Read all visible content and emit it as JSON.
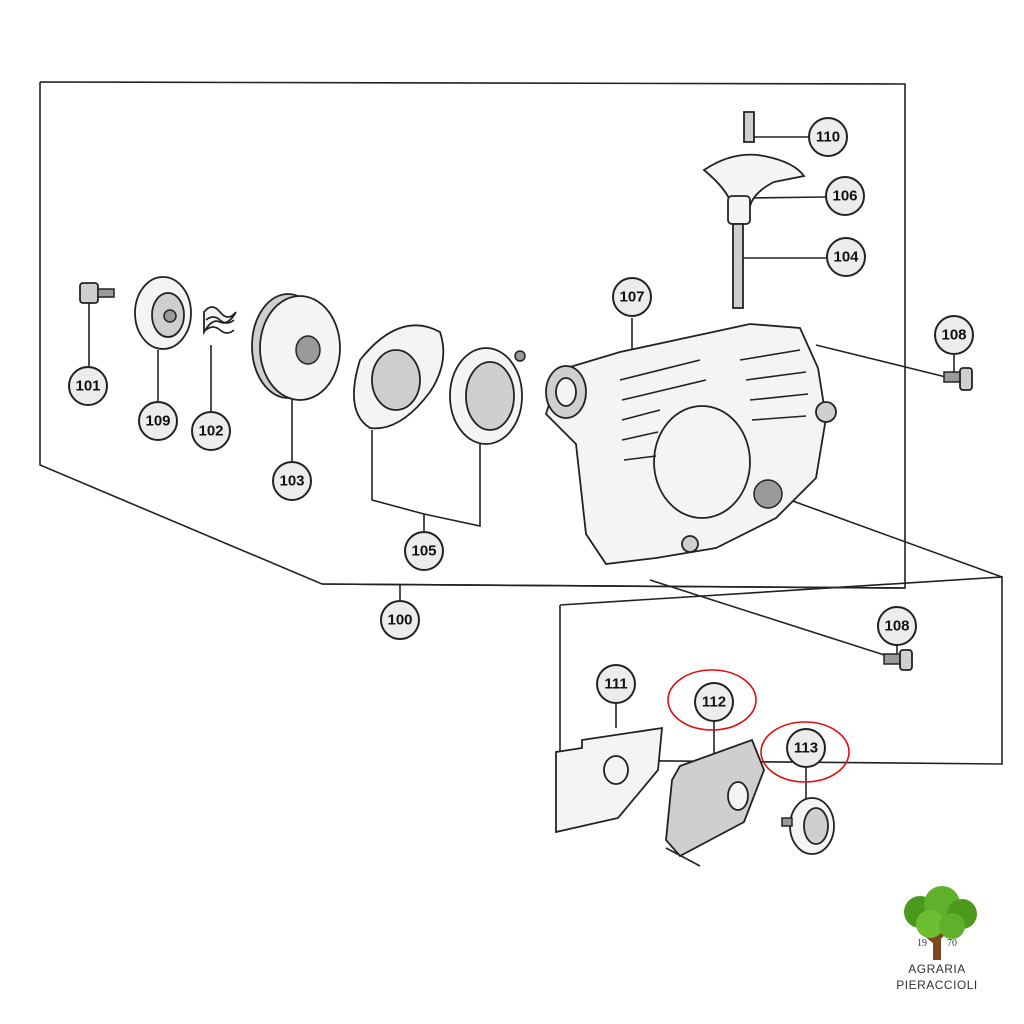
{
  "callouts": {
    "c100": "100",
    "c101": "101",
    "c102": "102",
    "c103": "103",
    "c104": "104",
    "c105": "105",
    "c106": "106",
    "c107": "107",
    "c108a": "108",
    "c108b": "108",
    "c109": "109",
    "c110": "110",
    "c111": "111",
    "c112": "112",
    "c113": "113"
  },
  "highlighted_callouts": [
    "112",
    "113"
  ],
  "highlight_color": "#dd1111",
  "logo": {
    "year_left": "19",
    "year_right": "70",
    "brand_line1": "AGRARIA",
    "brand_line2": "PIERACCIOLI",
    "icon": "tree-icon"
  }
}
